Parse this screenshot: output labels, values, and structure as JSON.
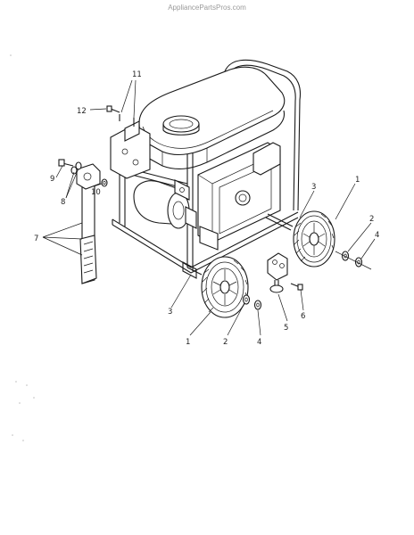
{
  "watermark": "AppliancePartsPros.com",
  "callouts": [
    {
      "id": "c1a",
      "text": "1"
    },
    {
      "id": "c1b",
      "text": "1"
    },
    {
      "id": "c2a",
      "text": "2"
    },
    {
      "id": "c2b",
      "text": "2"
    },
    {
      "id": "c3a",
      "text": "3"
    },
    {
      "id": "c3b",
      "text": "3"
    },
    {
      "id": "c4a",
      "text": "4"
    },
    {
      "id": "c4b",
      "text": "4"
    },
    {
      "id": "c5",
      "text": "5"
    },
    {
      "id": "c6",
      "text": "6"
    },
    {
      "id": "c7",
      "text": "7"
    },
    {
      "id": "c8",
      "text": "8"
    },
    {
      "id": "c9",
      "text": "9"
    },
    {
      "id": "c10",
      "text": "10"
    },
    {
      "id": "c11",
      "text": "11"
    },
    {
      "id": "c12",
      "text": "12"
    }
  ]
}
